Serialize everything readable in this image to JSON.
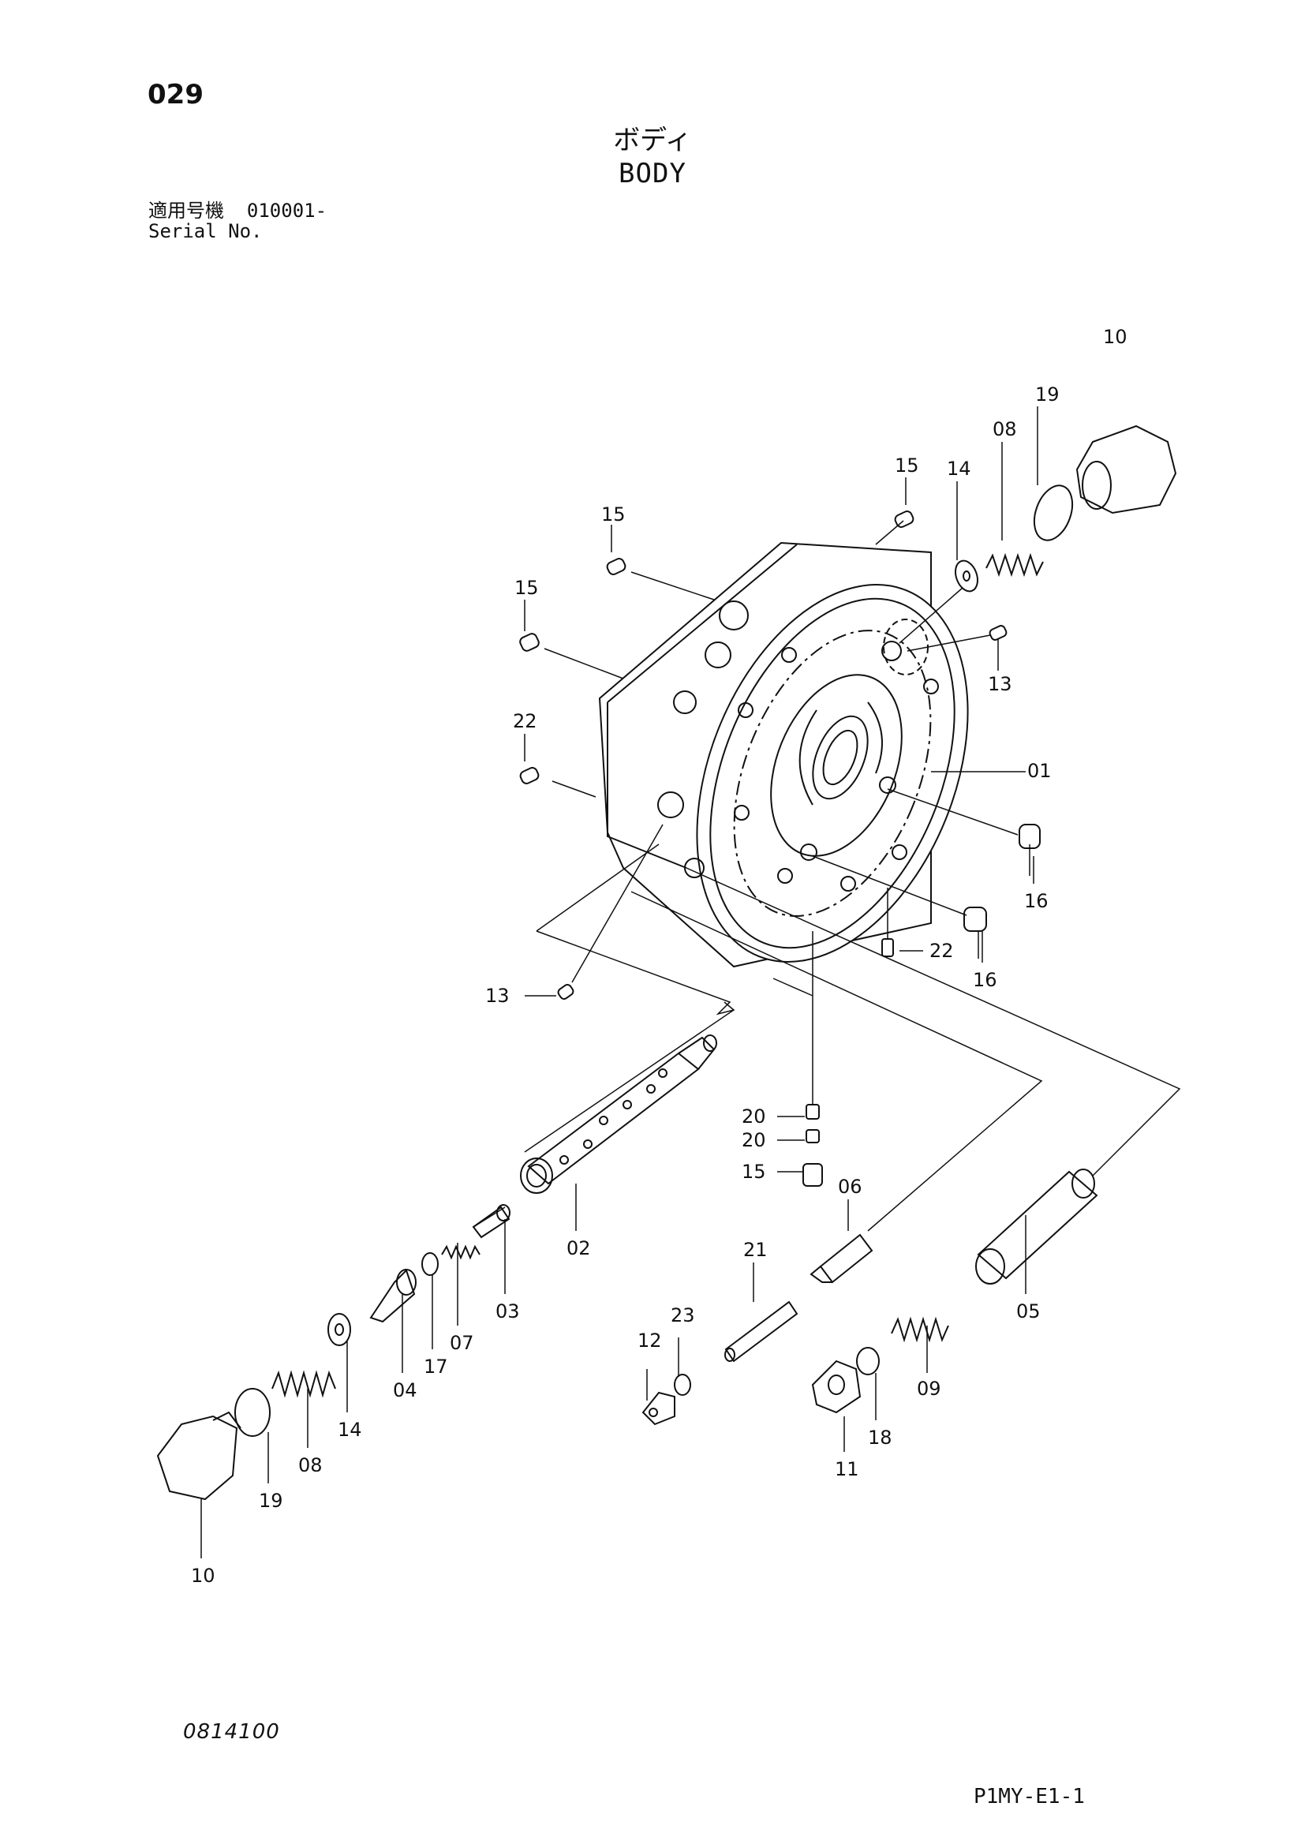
{
  "page": {
    "number": "029",
    "title_jp": "ボディ",
    "title_en": "BODY",
    "serial_label_jp": "適用号機",
    "serial_value": "010001-",
    "serial_label_en": "Serial No.",
    "doc_code": "0814100",
    "page_code": "P1MY-E1-1"
  },
  "callouts": [
    "01",
    "02",
    "03",
    "04",
    "05",
    "06",
    "07",
    "08",
    "08",
    "09",
    "10",
    "10",
    "11",
    "12",
    "13",
    "13",
    "14",
    "14",
    "15",
    "15",
    "15",
    "15",
    "16",
    "16",
    "17",
    "18",
    "19",
    "19",
    "20",
    "20",
    "21",
    "22",
    "22",
    "23"
  ]
}
